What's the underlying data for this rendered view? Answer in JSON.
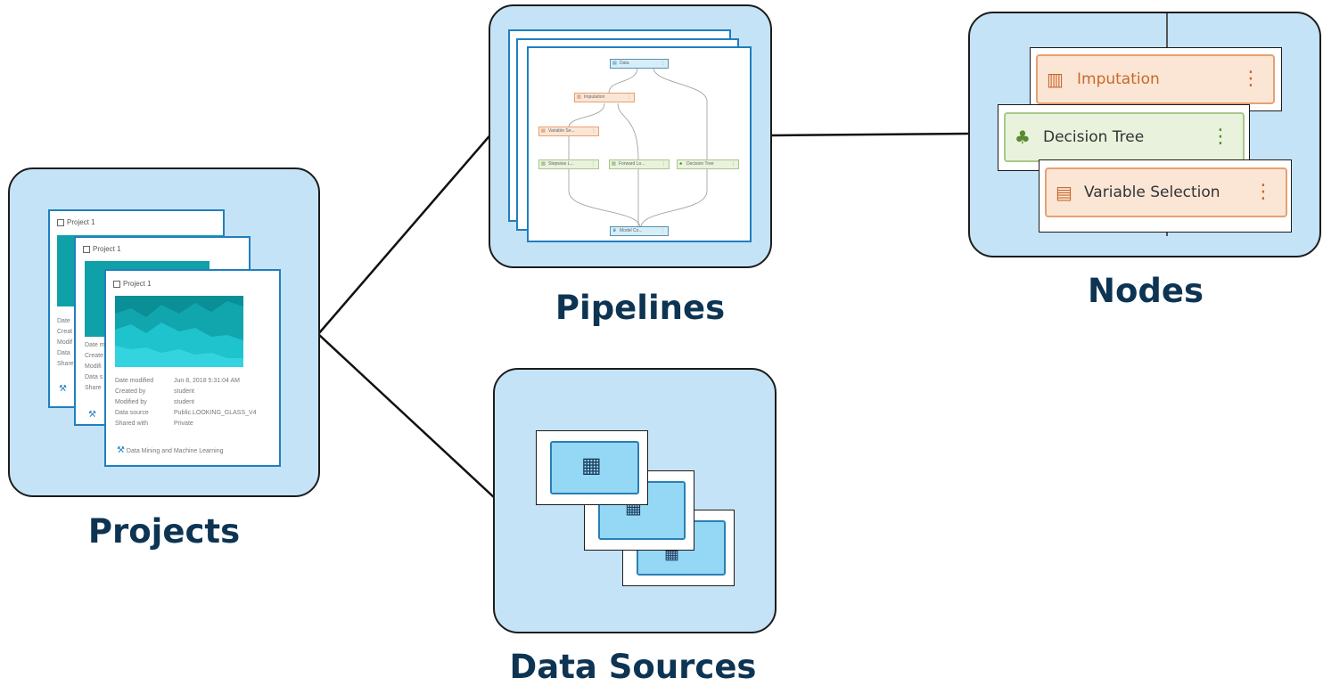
{
  "captions": {
    "projects": "Projects",
    "pipelines": "Pipelines",
    "nodes": "Nodes",
    "data_sources": "Data Sources"
  },
  "project_card": {
    "title": "Project 1",
    "rows": [
      {
        "label": "Date modified",
        "value": "Jun 8, 2018 5:31:04 AM"
      },
      {
        "label": "Created by",
        "value": "student"
      },
      {
        "label": "Modified by",
        "value": "student"
      },
      {
        "label": "Data source",
        "value": "Public.LOOKING_GLASS_V4"
      },
      {
        "label": "Shared with",
        "value": "Private"
      }
    ],
    "footer": "Data Mining and Machine Learning",
    "back_labels": [
      "Date",
      "Creat",
      "Modif",
      "Data",
      "Share"
    ],
    "back_labels_mid": [
      "Date m",
      "Create",
      "Modifi",
      "Data s",
      "Share"
    ]
  },
  "pipeline": {
    "nodes": {
      "data": "Data",
      "imputation": "Imputation",
      "variable_selection": "Variable Se...",
      "stepwise": "Stepwise L...",
      "forward": "Forward Lo...",
      "decision_tree": "Decision Tree",
      "model_comparison": "Model Co..."
    },
    "menu_glyph": "⋮"
  },
  "nodes_panel": {
    "imputation": "Imputation",
    "decision_tree": "Decision Tree",
    "variable_selection": "Variable Selection",
    "menu_glyph": "⋮"
  },
  "colors": {
    "panel_bg": "#c5e3f6",
    "caption": "#0d3453",
    "orange_node_bg": "#fbe6d6",
    "orange_node_border": "#e8a070",
    "green_node_bg": "#e8f2dc",
    "green_node_border": "#a8c888",
    "blue_node_bg": "#d6eef8",
    "blue_node_border": "#5a8fb0",
    "chart_teal": "#13a6ad"
  }
}
